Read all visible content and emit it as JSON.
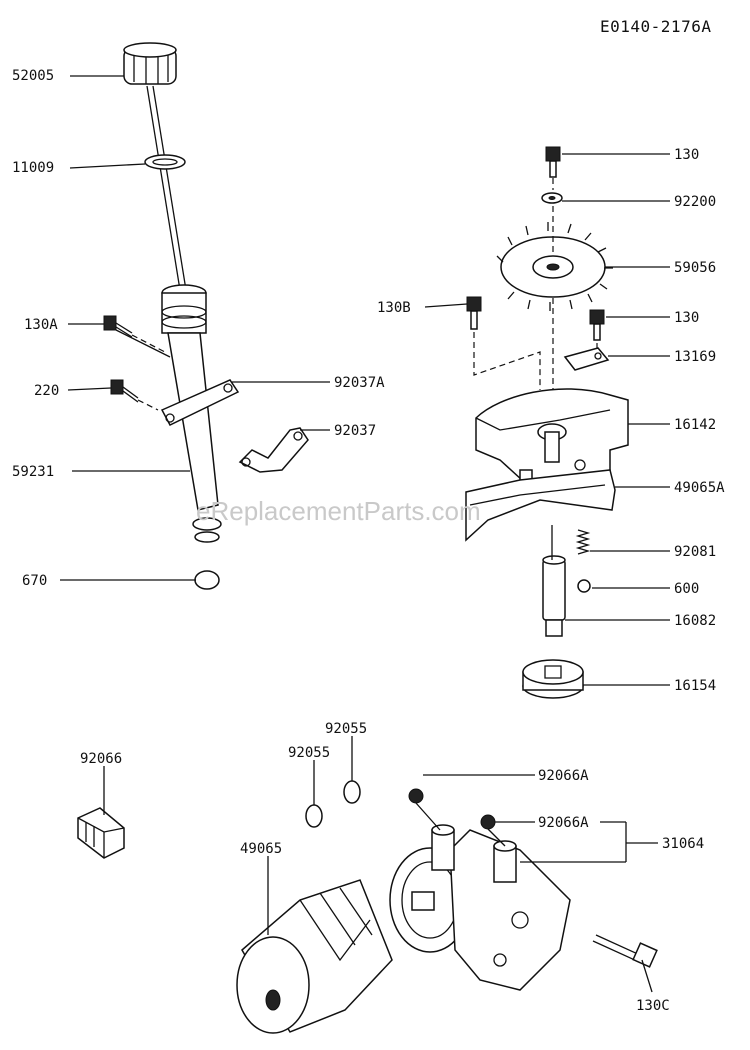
{
  "diagram_code": "E0140-2176A",
  "watermark": "eReplacementParts.com",
  "labels": {
    "l52005": "52005",
    "l11009": "11009",
    "l130A": "130A",
    "l220": "220",
    "l59231": "59231",
    "l670": "670",
    "l92037A": "92037A",
    "l92037": "92037",
    "l130_top": "130",
    "l92200": "92200",
    "l59056": "59056",
    "l130B": "130B",
    "l130_mid": "130",
    "l13169": "13169",
    "l16142": "16142",
    "l49065A": "49065A",
    "l92081": "92081",
    "l600": "600",
    "l16082": "16082",
    "l16154": "16154",
    "l92066": "92066",
    "l92055a": "92055",
    "l92055b": "92055",
    "l49065": "49065",
    "l92066A_1": "92066A",
    "l92066A_2": "92066A",
    "l31064": "31064",
    "l130C": "130C"
  }
}
